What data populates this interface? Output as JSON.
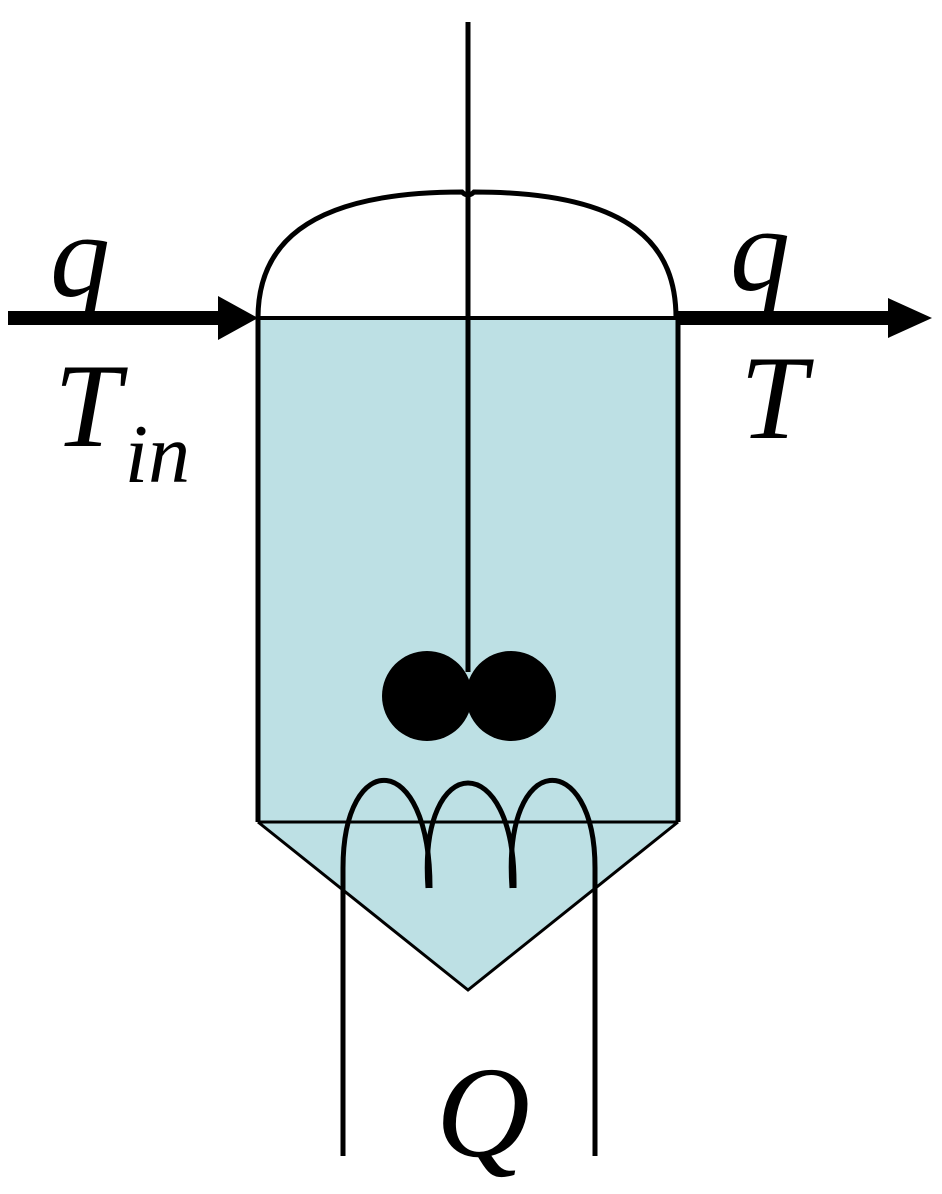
{
  "diagram": {
    "inlet": {
      "flow_label": "q",
      "temp_label_main": "T",
      "temp_label_sub": "in"
    },
    "outlet": {
      "flow_label": "q",
      "temp_label": "T"
    },
    "heater": {
      "heat_label": "Q"
    },
    "colors": {
      "liquid": "#bde0e4",
      "stroke": "#000000",
      "background": "#ffffff"
    },
    "icons": {
      "inlet_arrow": "arrow-right-icon",
      "outlet_arrow": "arrow-right-icon",
      "impeller": "impeller-icon",
      "heating_coil": "coil-icon"
    }
  }
}
